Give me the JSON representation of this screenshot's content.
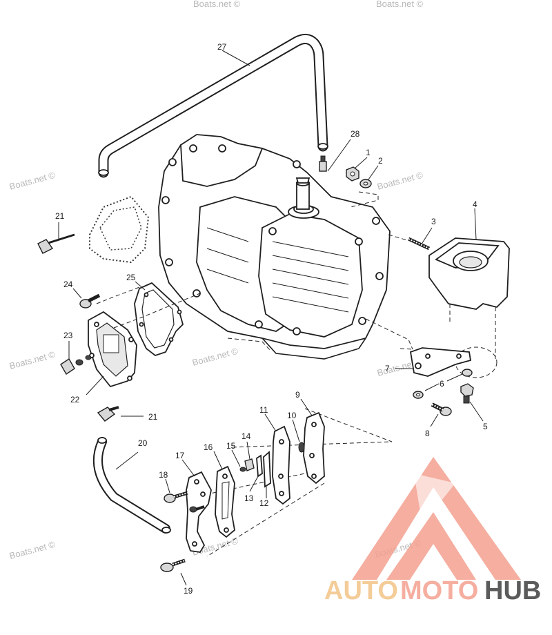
{
  "watermark": "Boats.net ©",
  "brand": {
    "logo_text_part1": "AUTO",
    "logo_text_part2": "MOTO",
    "logo_text_part3": "HUB",
    "color_primary": "#f4a08f",
    "color_secondary": "#f3c487",
    "color_dark": "#3f3f3f"
  },
  "callouts": [
    "27",
    "28",
    "1",
    "2",
    "4",
    "3",
    "21",
    "24",
    "25",
    "23",
    "22",
    "7",
    "6",
    "5",
    "8",
    "9",
    "10",
    "11",
    "14",
    "15",
    "16",
    "17",
    "18",
    "13",
    "12",
    "20",
    "21",
    "19"
  ]
}
